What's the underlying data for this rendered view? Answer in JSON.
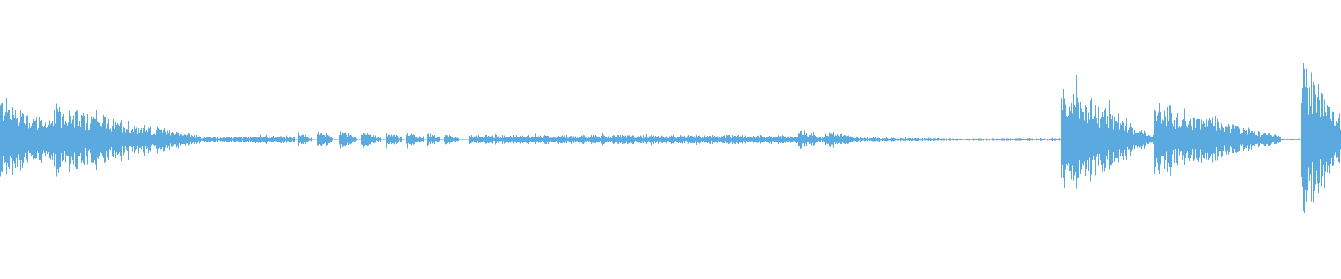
{
  "waveform": {
    "color": "#5aaae0",
    "background": "#ffffff",
    "amplitude_scale": 1.0,
    "segments": [
      {
        "start": 0.0,
        "end": 0.04,
        "peak": 0.3,
        "decay": 0.55,
        "floor": 0.1
      },
      {
        "start": 0.04,
        "end": 0.09,
        "peak": 0.25,
        "decay": 0.5,
        "floor": 0.08
      },
      {
        "start": 0.09,
        "end": 0.15,
        "peak": 0.15,
        "decay": 0.85,
        "floor": 0.03
      },
      {
        "start": 0.15,
        "end": 0.19,
        "peak": 0.02,
        "decay": 0.1,
        "floor": 0.01
      },
      {
        "start": 0.19,
        "end": 0.22,
        "peak": 0.03,
        "decay": 0.3,
        "floor": 0.01
      },
      {
        "start": 0.222,
        "end": 0.232,
        "peak": 0.06,
        "decay": 0.8,
        "floor": 0.02
      },
      {
        "start": 0.236,
        "end": 0.248,
        "peak": 0.08,
        "decay": 0.8,
        "floor": 0.02
      },
      {
        "start": 0.253,
        "end": 0.266,
        "peak": 0.08,
        "decay": 0.8,
        "floor": 0.02
      },
      {
        "start": 0.269,
        "end": 0.284,
        "peak": 0.07,
        "decay": 0.85,
        "floor": 0.02
      },
      {
        "start": 0.287,
        "end": 0.3,
        "peak": 0.06,
        "decay": 0.8,
        "floor": 0.02
      },
      {
        "start": 0.303,
        "end": 0.316,
        "peak": 0.06,
        "decay": 0.8,
        "floor": 0.02
      },
      {
        "start": 0.318,
        "end": 0.328,
        "peak": 0.05,
        "decay": 0.8,
        "floor": 0.02
      },
      {
        "start": 0.331,
        "end": 0.342,
        "peak": 0.04,
        "decay": 0.7,
        "floor": 0.02
      },
      {
        "start": 0.35,
        "end": 0.595,
        "peak": 0.03,
        "decay": 0.0,
        "floor": 0.025
      },
      {
        "start": 0.595,
        "end": 0.615,
        "peak": 0.08,
        "decay": 0.85,
        "floor": 0.02
      },
      {
        "start": 0.615,
        "end": 0.64,
        "peak": 0.07,
        "decay": 0.85,
        "floor": 0.02
      },
      {
        "start": 0.64,
        "end": 0.7,
        "peak": 0.015,
        "decay": 0.3,
        "floor": 0.01
      },
      {
        "start": 0.7,
        "end": 0.79,
        "peak": 0.008,
        "decay": 0.0,
        "floor": 0.006
      },
      {
        "start": 0.791,
        "end": 0.86,
        "peak": 0.42,
        "decay": 0.92,
        "floor": 0.02
      },
      {
        "start": 0.86,
        "end": 0.955,
        "peak": 0.26,
        "decay": 0.9,
        "floor": 0.02
      },
      {
        "start": 0.955,
        "end": 0.97,
        "peak": 0.006,
        "decay": 0.0,
        "floor": 0.004
      },
      {
        "start": 0.97,
        "end": 1.0,
        "peak": 0.6,
        "decay": 0.75,
        "floor": 0.1
      }
    ]
  }
}
